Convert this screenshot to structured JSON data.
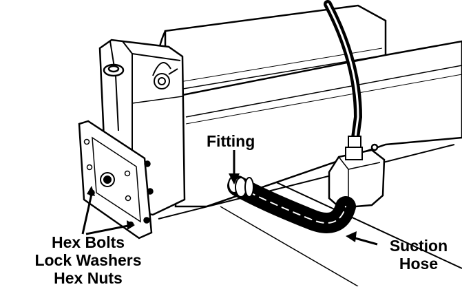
{
  "labels": {
    "fitting": "Fitting",
    "hex_bolts": "Hex Bolts",
    "lock_washers": "Lock Washers",
    "hex_nuts": "Hex Nuts",
    "suction": "Suction",
    "hose": "Hose"
  },
  "colors": {
    "ink": "#000000",
    "paper": "#ffffff"
  }
}
